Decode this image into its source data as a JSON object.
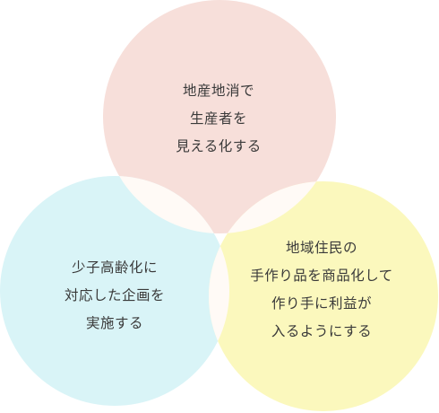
{
  "circles": [
    {
      "id": "top",
      "color": "#f7dfda",
      "lines": [
        "地産地消で",
        "生産者を",
        "見える化する"
      ]
    },
    {
      "id": "left",
      "color": "#d9f4f7",
      "lines": [
        "少子高齢化に",
        "対応した企画を",
        "実施する"
      ]
    },
    {
      "id": "right",
      "color": "#fbf8bd",
      "lines": [
        "地域住民の",
        "手作り品を商品化して",
        "作り手に利益が",
        "入るようにする"
      ]
    }
  ],
  "overlap_color": "#fffaf6"
}
